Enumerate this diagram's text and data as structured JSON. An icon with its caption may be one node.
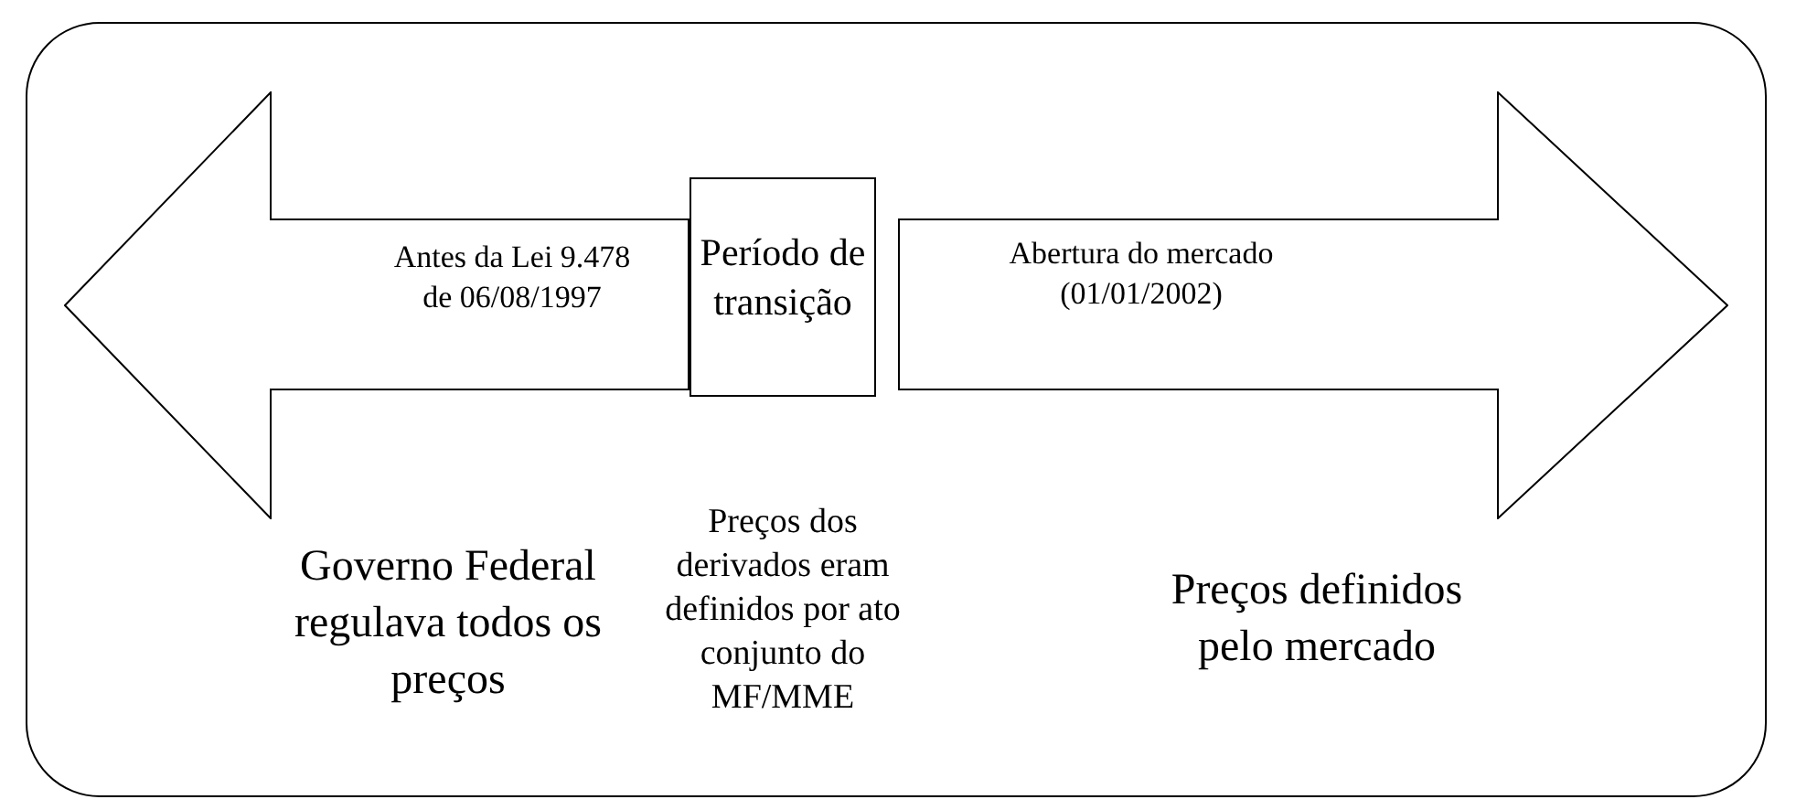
{
  "diagram": {
    "nodes": [
      {
        "text": [],
        "shape": "box"
      },
      {
        "text": [
          "Antes da Lei 9.478 de 06/08/1997"
        ],
        "in": 0,
        "beside": [
          "Governo Federal regulava todos os preços"
        ]
      },
      {
        "text": [
          "Período de transição"
        ],
        "in": 0
      },
      {
        "text": [
          "Abertura do mercado (01/01/2002)"
        ],
        "in": 0,
        "beside": [
          "Preços definidos pelo mercado"
        ]
      }
    ],
    "edges": [],
    "labels": [
      "Preços dos derivados eram definidos por ato conjunto do MF/MME"
    ]
  }
}
